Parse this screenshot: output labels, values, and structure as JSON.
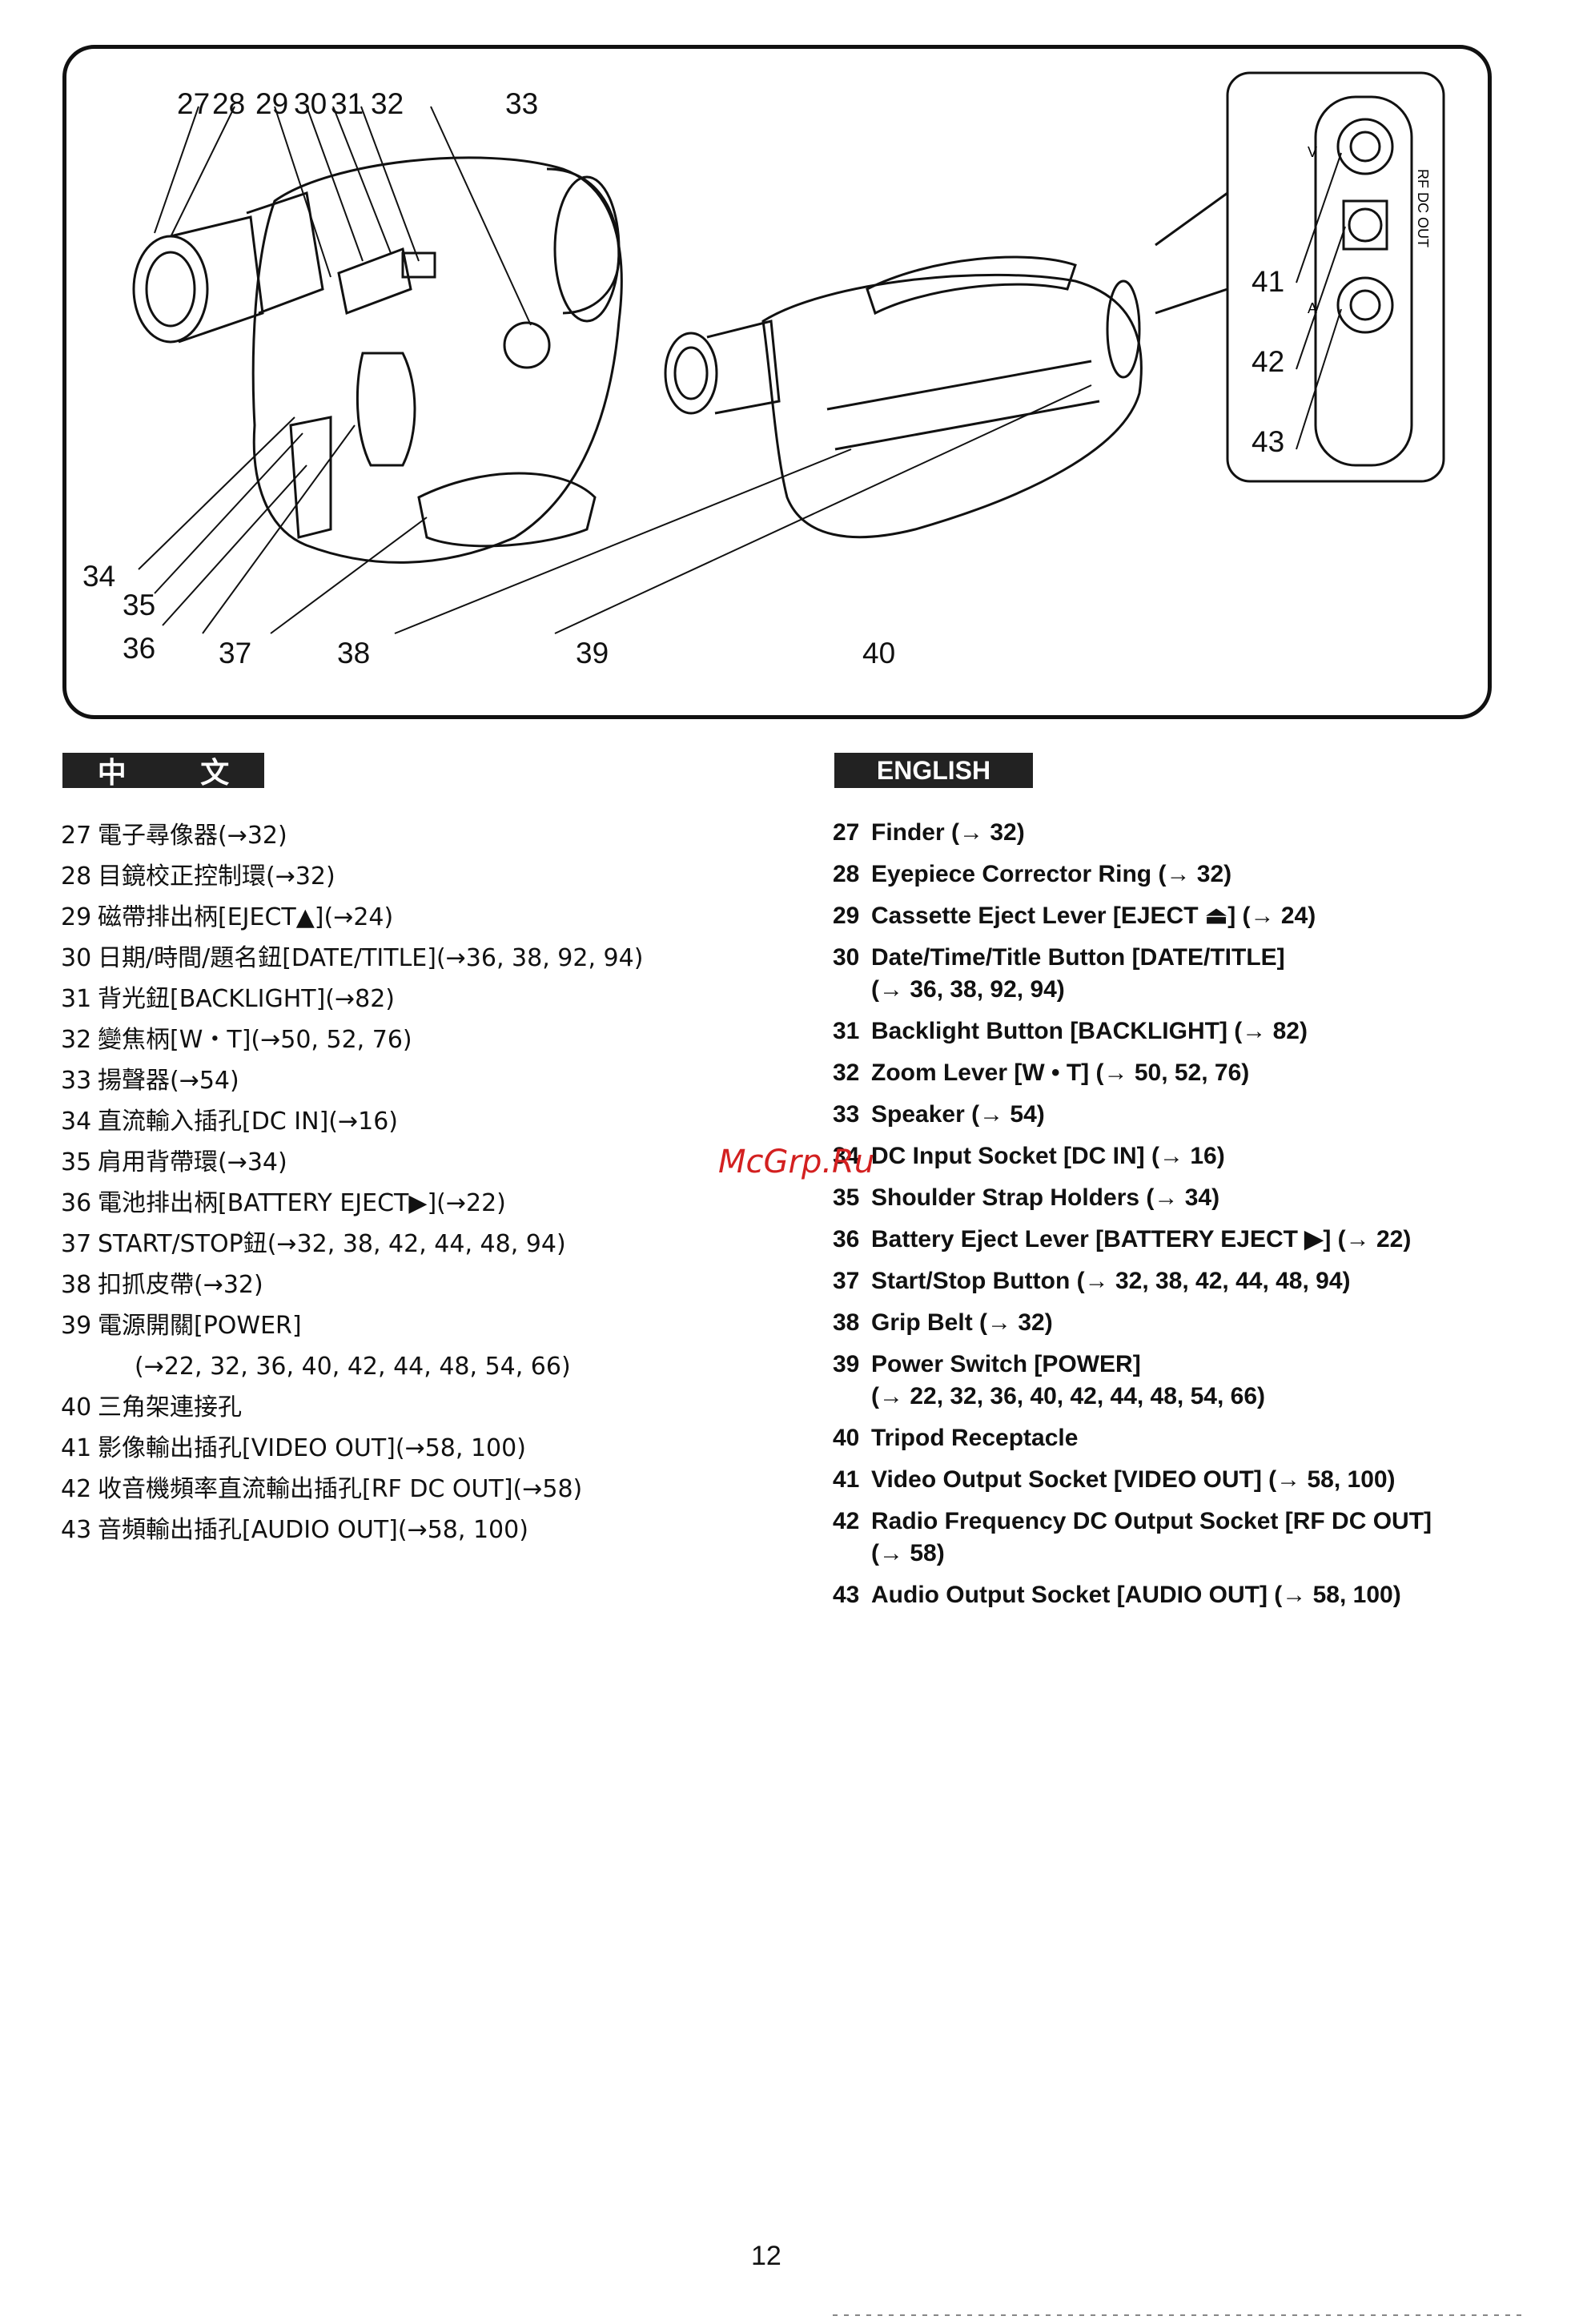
{
  "figure": {
    "callouts": {
      "c27": "27",
      "c28": "28",
      "c29": "29",
      "c30": "30",
      "c31": "31",
      "c32": "32",
      "c33": "33",
      "c34": "34",
      "c35": "35",
      "c36": "36",
      "c37": "37",
      "c38": "38",
      "c39": "39",
      "c40": "40",
      "c41": "41",
      "c42": "42",
      "c43": "43"
    },
    "socket_labels": {
      "v": "V",
      "a": "A",
      "rf": "RF DC OUT"
    }
  },
  "chinese": {
    "header": "中 文",
    "items": [
      {
        "num": "27",
        "text": "電子尋像器(→32)"
      },
      {
        "num": "28",
        "text": "目鏡校正控制環(→32)"
      },
      {
        "num": "29",
        "text": "磁帶排出柄[EJECT▲](→24)"
      },
      {
        "num": "30",
        "text": "日期/時間/題名鈕[DATE/TITLE](→36, 38, 92, 94)"
      },
      {
        "num": "31",
        "text": "背光鈕[BACKLIGHT](→82)"
      },
      {
        "num": "32",
        "text": "變焦柄[W・T](→50, 52, 76)"
      },
      {
        "num": "33",
        "text": "揚聲器(→54)"
      },
      {
        "num": "34",
        "text": "直流輸入插孔[DC IN](→16)"
      },
      {
        "num": "35",
        "text": "肩用背帶環(→34)"
      },
      {
        "num": "36",
        "text": "電池排出柄[BATTERY EJECT▶](→22)"
      },
      {
        "num": "37",
        "text": "START/STOP鈕(→32, 38, 42, 44, 48, 94)"
      },
      {
        "num": "38",
        "text": "扣抓皮帶(→32)"
      },
      {
        "num": "39",
        "text": "電源開關[POWER]"
      },
      {
        "num": "",
        "text": "(→22, 32, 36, 40, 42, 44, 48, 54, 66)"
      },
      {
        "num": "40",
        "text": "三角架連接孔"
      },
      {
        "num": "41",
        "text": "影像輸出插孔[VIDEO OUT](→58, 100)"
      },
      {
        "num": "42",
        "text": "收音機頻率直流輸出插孔[RF DC OUT](→58)"
      },
      {
        "num": "43",
        "text": "音頻輸出插孔[AUDIO OUT](→58, 100)"
      }
    ]
  },
  "english": {
    "header": "ENGLISH",
    "items": [
      {
        "num": "27",
        "text": "Finder (→ 32)"
      },
      {
        "num": "28",
        "text": "Eyepiece Corrector Ring (→ 32)"
      },
      {
        "num": "29",
        "text": "Cassette Eject Lever [EJECT ⏏] (→ 24)"
      },
      {
        "num": "30",
        "text": "Date/Time/Title Button [DATE/TITLE]\n(→ 36, 38, 92, 94)"
      },
      {
        "num": "31",
        "text": "Backlight Button [BACKLIGHT] (→ 82)"
      },
      {
        "num": "32",
        "text": "Zoom Lever [W • T] (→ 50, 52, 76)"
      },
      {
        "num": "33",
        "text": "Speaker (→ 54)"
      },
      {
        "num": "34",
        "text": "DC Input Socket [DC IN] (→ 16)"
      },
      {
        "num": "35",
        "text": "Shoulder Strap Holders (→ 34)"
      },
      {
        "num": "36",
        "text": "Battery Eject Lever [BATTERY EJECT ▶] (→ 22)"
      },
      {
        "num": "37",
        "text": "Start/Stop Button (→ 32, 38, 42, 44, 48, 94)"
      },
      {
        "num": "38",
        "text": "Grip Belt (→ 32)"
      },
      {
        "num": "39",
        "text": "Power Switch [POWER]\n(→ 22, 32, 36, 40, 42, 44, 48, 54, 66)"
      },
      {
        "num": "40",
        "text": "Tripod Receptacle"
      },
      {
        "num": "41",
        "text": "Video Output Socket [VIDEO OUT] (→ 58, 100)"
      },
      {
        "num": "42",
        "text": "Radio Frequency DC Output Socket [RF DC OUT]\n(→ 58)"
      },
      {
        "num": "43",
        "text": "Audio Output Socket [AUDIO OUT] (→ 58, 100)"
      }
    ]
  },
  "watermark": "McGrp.Ru",
  "page_number": "12"
}
